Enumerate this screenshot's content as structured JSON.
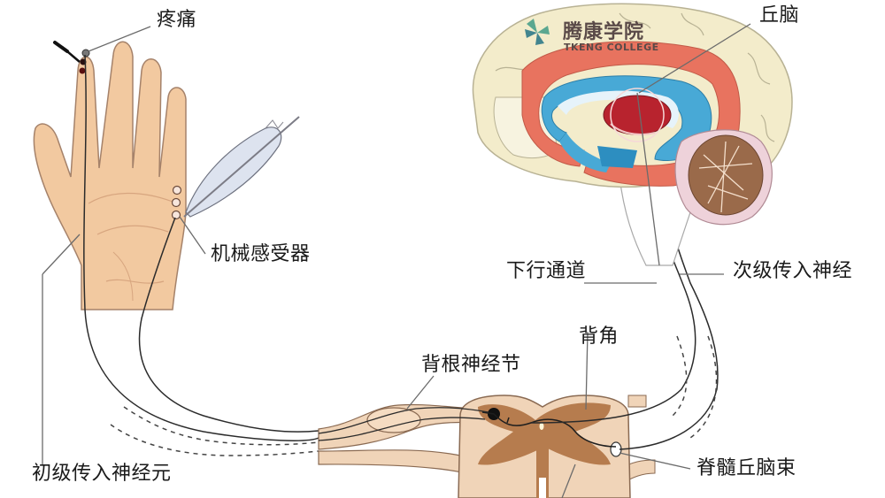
{
  "diagram": {
    "title": "Pain and touch sensory pathway from hand to brain",
    "labels": {
      "pain": "疼痛",
      "mechanoreceptor": "机械感受器",
      "primary_afferent_neuron": "初级传入神经元",
      "thalamus": "丘脑",
      "descending_pathway": "下行通道",
      "secondary_afferent_nerve": "次级传入神经",
      "dorsal_horn": "背角",
      "dorsal_root_ganglion": "背根神经节",
      "spinothalamic_tract": "脊髓丘脑束"
    },
    "watermark": {
      "name_cn": "腾康学院",
      "name_en": "TKENG COLLEGE"
    },
    "colors": {
      "skin": "#f2c9a0",
      "skin_outline": "#a5826a",
      "brain_cortex": "#f3eccb",
      "cingulate": "#e8735f",
      "ventricle": "#48a9d6",
      "thalamus": "#b8232e",
      "cerebellum": "#9a6a4a",
      "spinal_white": "#f0d4b8",
      "spinal_grey": "#b67c4e",
      "nerve_line": "#2b2b2b",
      "leader_line": "#6b6b6b",
      "watermark": "#5a4a48"
    }
  }
}
